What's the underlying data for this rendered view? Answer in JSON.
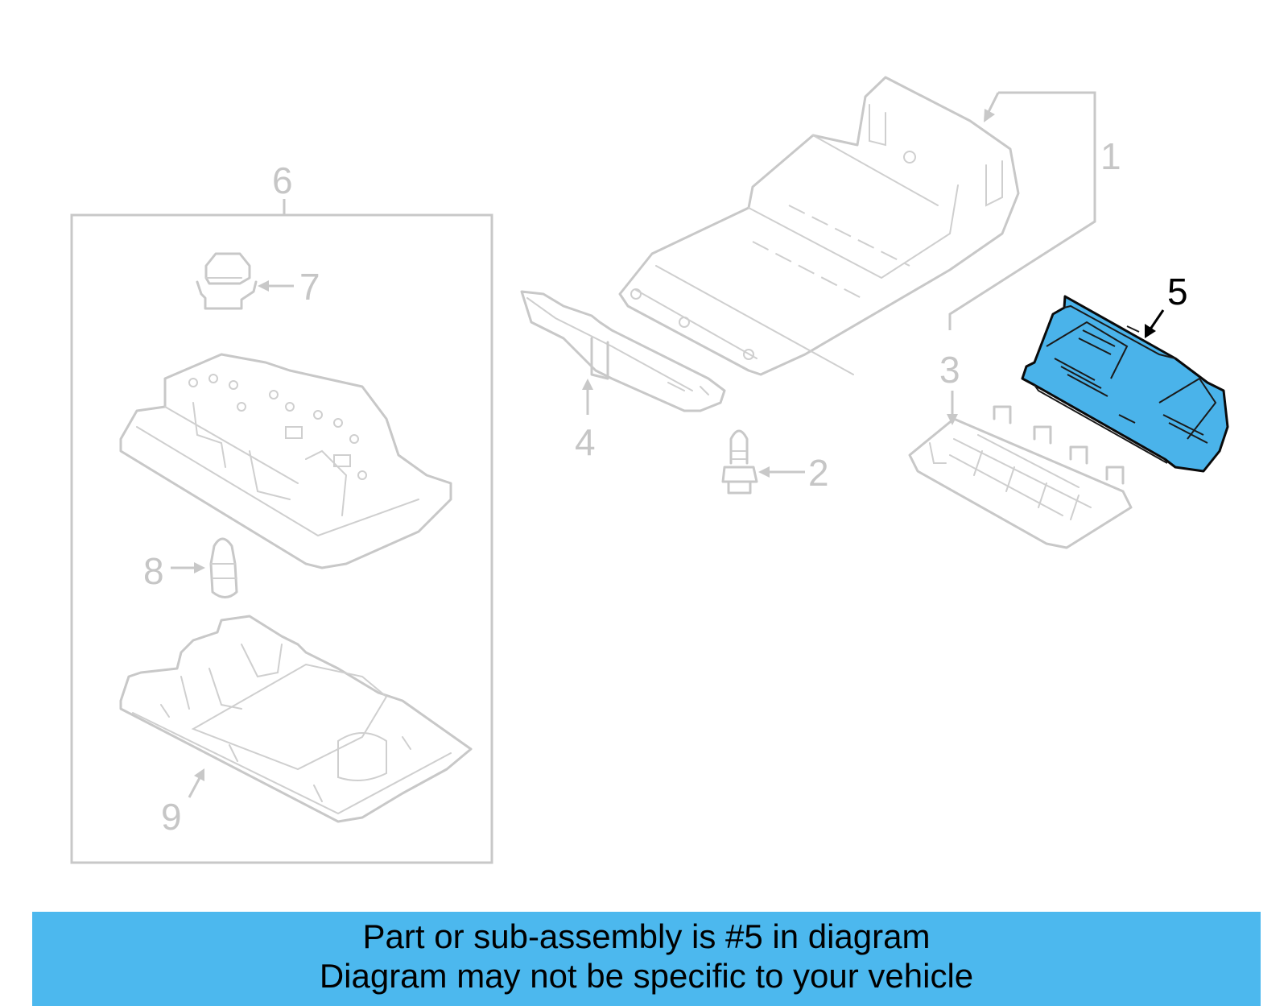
{
  "diagram": {
    "highlight_color": "#4ab3ea",
    "line_color": "#c8c8c8",
    "callouts": [
      {
        "id": "1",
        "label": "1"
      },
      {
        "id": "2",
        "label": "2"
      },
      {
        "id": "3",
        "label": "3"
      },
      {
        "id": "4",
        "label": "4"
      },
      {
        "id": "5",
        "label": "5",
        "highlighted": true
      },
      {
        "id": "6",
        "label": "6"
      },
      {
        "id": "7",
        "label": "7"
      },
      {
        "id": "8",
        "label": "8"
      },
      {
        "id": "9",
        "label": "9"
      }
    ]
  },
  "banner": {
    "background": "#4cb8ee",
    "line1": "Part or sub-assembly is #5 in diagram",
    "line2": "Diagram may not be specific to your vehicle"
  }
}
